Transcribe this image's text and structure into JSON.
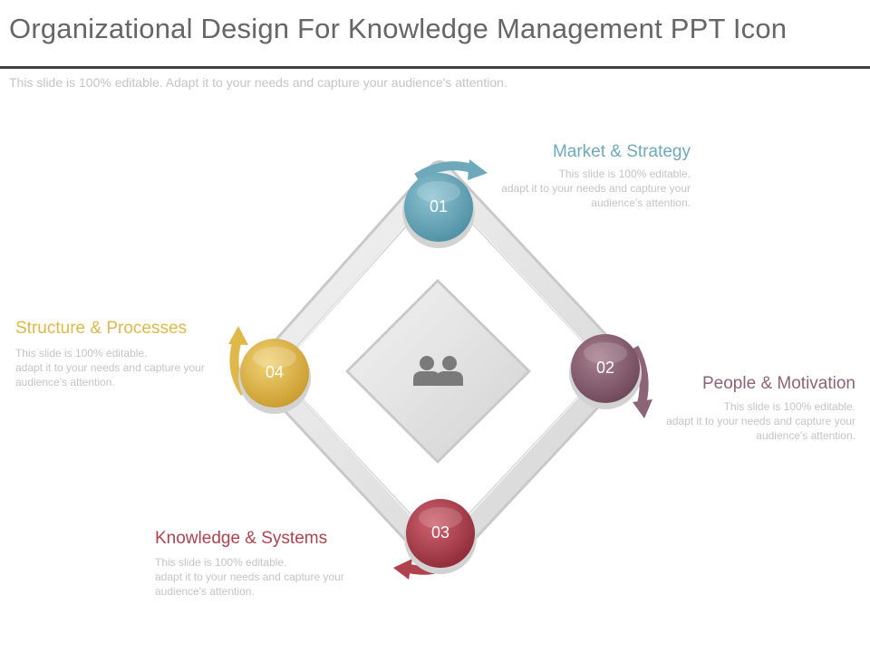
{
  "header": {
    "title": "Organizational Design For Knowledge Management PPT Icon",
    "subtitle": "This slide is 100% editable. Adapt it to your needs and capture your audience's attention."
  },
  "center": {
    "icon": "people-icon"
  },
  "steps": [
    {
      "number": "01",
      "label": "Market & Strategy",
      "desc": [
        "This slide is 100% editable.",
        "adapt it to your needs and capture your",
        "audience's attention."
      ],
      "color": "#6ea9bb"
    },
    {
      "number": "02",
      "label": "People & Motivation",
      "desc": [
        "This slide is 100% editable.",
        "adapt it to your needs and capture your",
        "audience's attention."
      ],
      "color": "#8d6476"
    },
    {
      "number": "03",
      "label": "Knowledge & Systems",
      "desc": [
        "This slide is 100% editable.",
        "adapt it to your needs and capture your",
        "audience's attention."
      ],
      "color": "#b0424e"
    },
    {
      "number": "04",
      "label": "Structure & Processes",
      "desc": [
        "This slide is 100% editable.",
        "adapt it to your needs and capture your",
        "audience's attention."
      ],
      "color": "#e0b849"
    }
  ]
}
